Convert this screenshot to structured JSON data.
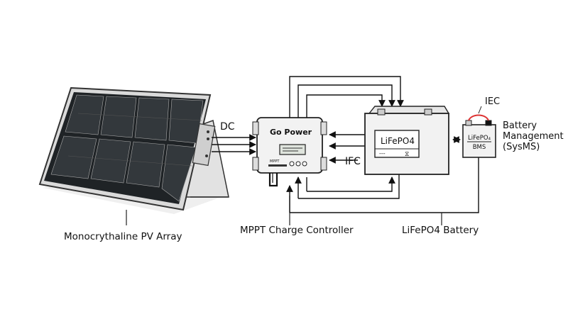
{
  "labels": {
    "dc": "DC",
    "ifc": "IFC",
    "iec": "IEC",
    "bms_title_1": "Battery",
    "bms_title_2": "Management",
    "bms_title_3": "(SysMS)",
    "pv_array": "Monocrythaline PV Array",
    "mppt": "MPPT Charge Controller",
    "battery_caption": "LiFePO4 Battery"
  },
  "controller": {
    "brand": "Go Power",
    "small_label": "MPPT"
  },
  "battery": {
    "label": "LiFePO4",
    "dashes": "---",
    "hourglass": "⧖"
  },
  "bms": {
    "line1": "LiFePO₄",
    "line2": "BMS"
  },
  "colors": {
    "panel_cell": "#2b2f33",
    "panel_frame": "#d9d9d9",
    "line": "#222222",
    "iec_wire": "#d33"
  }
}
